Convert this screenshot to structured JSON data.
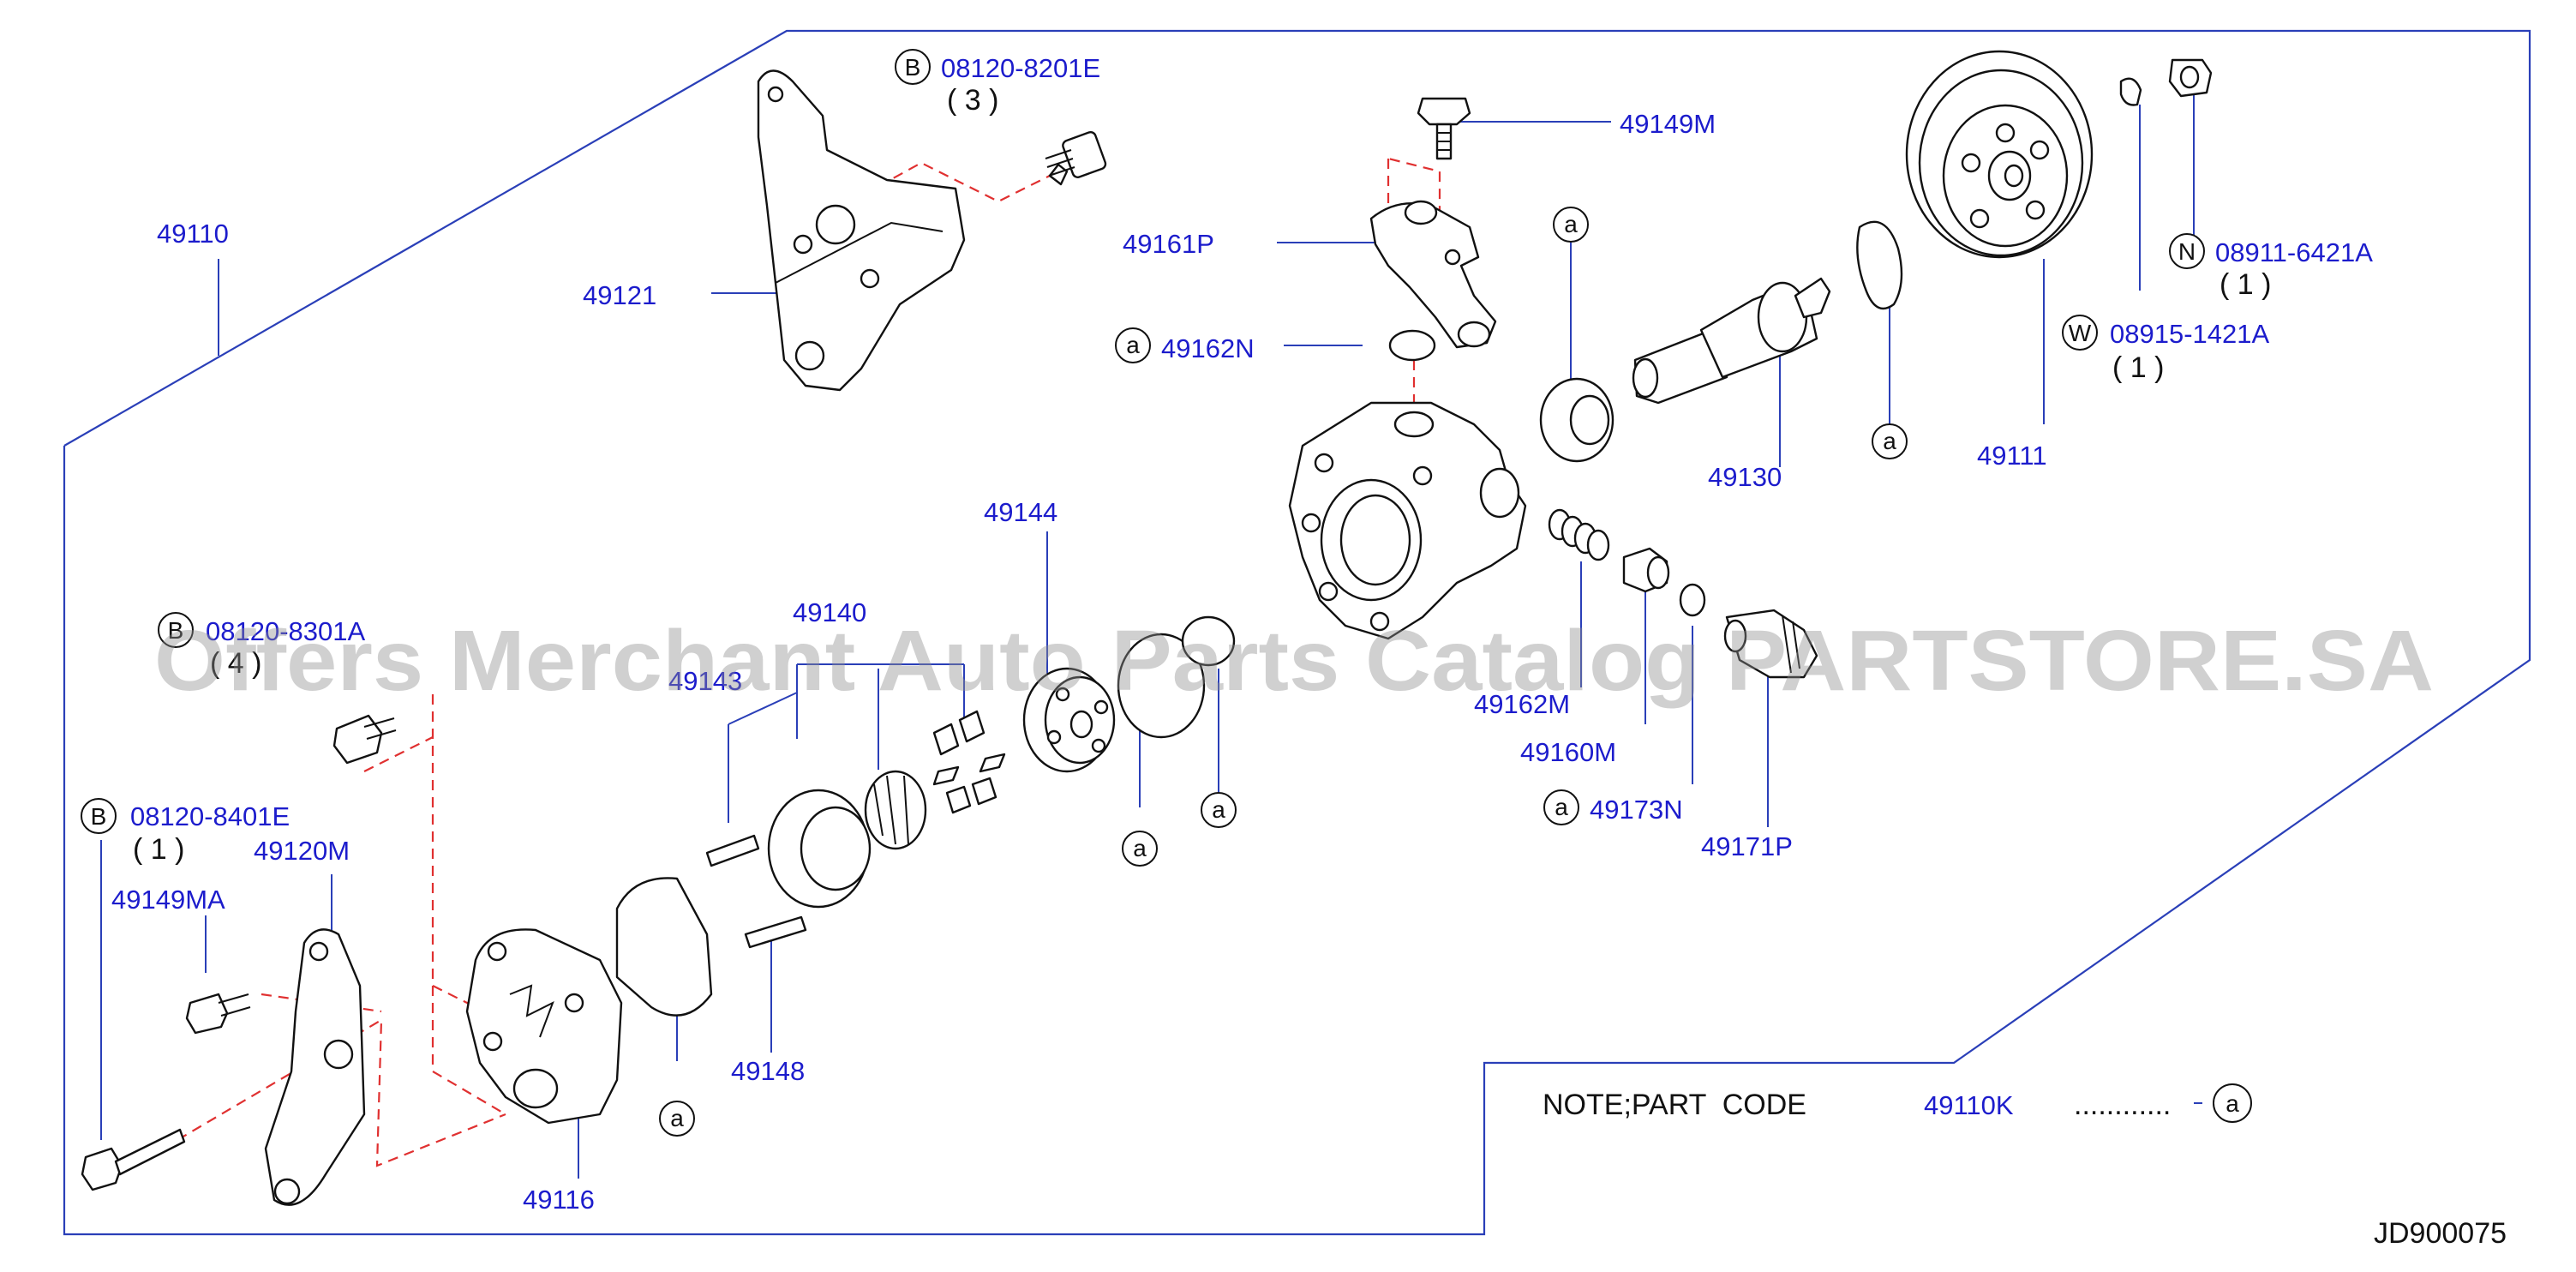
{
  "diagram_labels": {
    "p49110": "49110",
    "p49121": "49121",
    "p49161P": "49161P",
    "p49162N": "49162N",
    "p49149M": "49149M",
    "p49130": "49130",
    "p49111": "49111",
    "p49144": "49144",
    "p49140": "49140",
    "p49143": "49143",
    "p49162M": "49162M",
    "p49160M": "49160M",
    "p49173N": "49173N",
    "p49171P": "49171P",
    "p49120M": "49120M",
    "p49149MA": "49149MA",
    "p49148": "49148",
    "p49116": "49116",
    "bolt_top": "08120-8201E",
    "bolt_top_qty": "( 3 )",
    "bolt_mid": "08120-8301A",
    "bolt_mid_qty": "( 4 )",
    "bolt_low": "08120-8401E",
    "bolt_low_qty": "( 1 )",
    "nut": "08911-6421A",
    "nut_qty": "( 1 )",
    "washer": "08915-1421A",
    "washer_qty": "( 1 )"
  },
  "callout_letters": {
    "a": "a",
    "B": "B",
    "N": "N",
    "W": "W"
  },
  "note": {
    "text": "NOTE;PART  CODE",
    "code": "49110K",
    "dots": "............"
  },
  "diagram_id": "JD900075",
  "watermark": "Offers Merchant Auto Parts Catalog PARTSTORE.SA",
  "colors": {
    "label_blue": "#1c1ccc",
    "frame_blue": "#2a3fb8",
    "dashed_red": "#e03030",
    "ink": "#111111"
  }
}
